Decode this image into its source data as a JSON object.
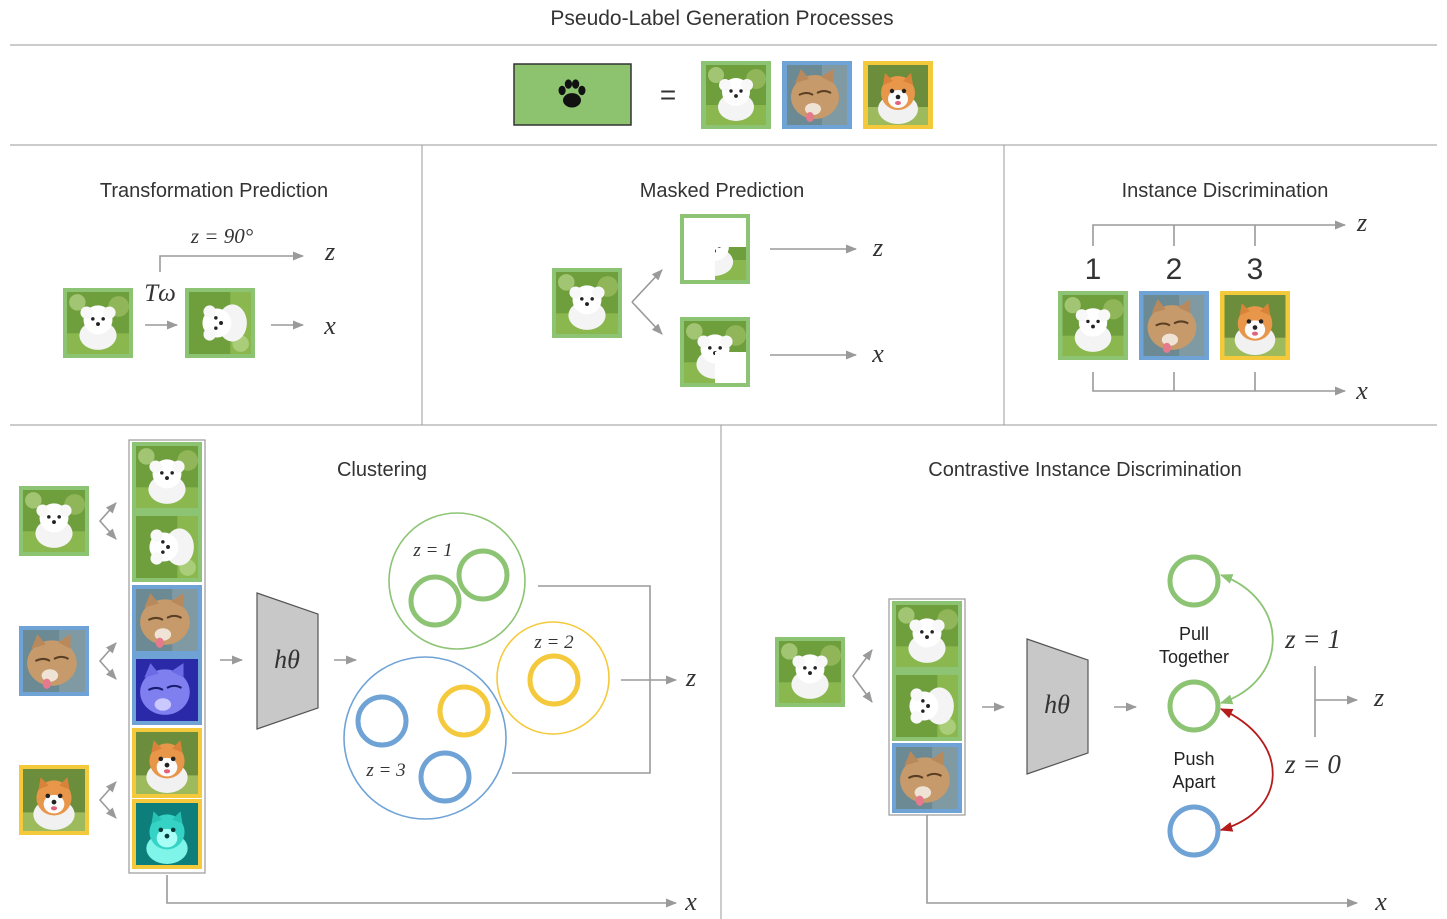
{
  "figure_title": "Pseudo-Label Generation Processes",
  "equals_sign": "=",
  "panels": {
    "transformation": {
      "title": "Transformation Prediction",
      "param": "z = 90°",
      "op": "Tω",
      "z": "z",
      "x": "x"
    },
    "masked": {
      "title": "Masked Prediction",
      "z": "z",
      "x": "x"
    },
    "instance": {
      "title": "Instance Discrimination",
      "labels": [
        "1",
        "2",
        "3"
      ],
      "z": "z",
      "x": "x"
    },
    "clustering": {
      "title": "Clustering",
      "encoder": "hθ",
      "clusters": [
        "z = 1",
        "z = 2",
        "z = 3"
      ],
      "z": "z",
      "x": "x"
    },
    "contrastive": {
      "title": "Contrastive Instance Discrimination",
      "encoder": "hθ",
      "pull": "Pull Together",
      "push": "Push Apart",
      "z1": "z = 1",
      "z0": "z = 0",
      "z": "z",
      "x": "x"
    }
  },
  "icons": {
    "paw": "paw-icon",
    "dog": "white-dog-photo",
    "cat": "cat-photo",
    "orange_dog": "orange-dog-photo"
  },
  "colors": {
    "green": "#8cc474",
    "blue": "#6fa3d6",
    "yellow": "#f4c93b",
    "box_fill": "#8dc26f",
    "encoder": "#c8c8c8",
    "push_arrow": "#b51c1c",
    "grey_line": "#9a9a9a"
  }
}
